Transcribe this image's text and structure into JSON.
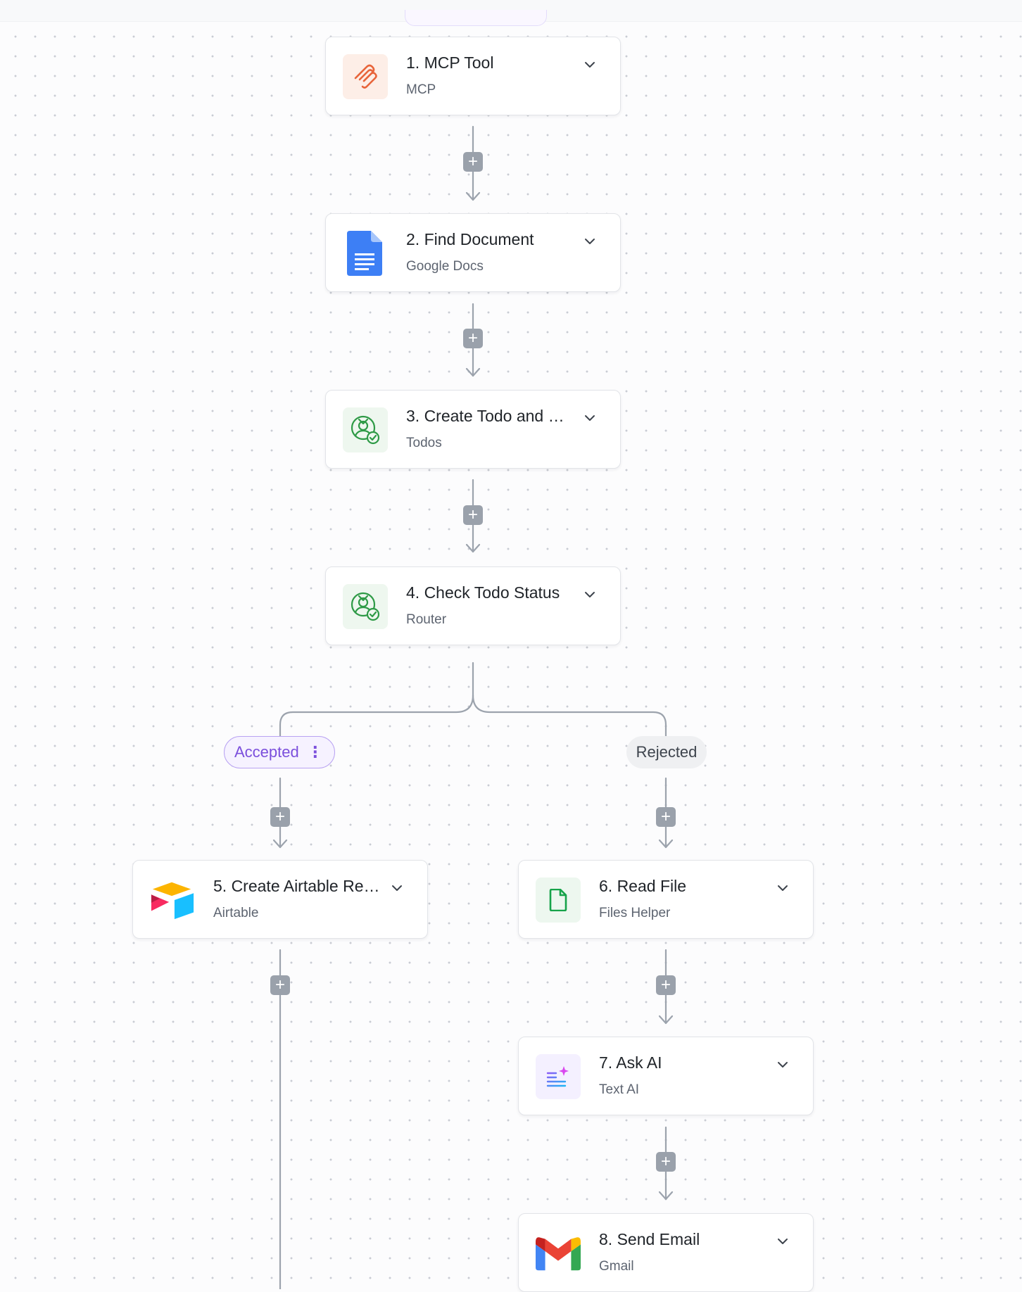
{
  "nodes": [
    {
      "title": "1. MCP Tool",
      "subtitle": "MCP",
      "icon": "mcp-icon"
    },
    {
      "title": "2. Find Document",
      "subtitle": "Google Docs",
      "icon": "google-docs-icon"
    },
    {
      "title": "3. Create Todo and Wait",
      "subtitle": "Todos",
      "icon": "todos-icon"
    },
    {
      "title": "4. Check Todo Status",
      "subtitle": "Router",
      "icon": "todos-icon"
    },
    {
      "title": "5. Create Airtable Rec...",
      "subtitle": "Airtable",
      "icon": "airtable-icon"
    },
    {
      "title": "6. Read File",
      "subtitle": "Files Helper",
      "icon": "file-icon"
    },
    {
      "title": "7. Ask AI",
      "subtitle": "Text AI",
      "icon": "text-ai-icon"
    },
    {
      "title": "8. Send Email",
      "subtitle": "Gmail",
      "icon": "gmail-icon"
    }
  ],
  "branches": {
    "accepted": "Accepted",
    "rejected": "Rejected"
  },
  "add_step_symbol": "+",
  "colors": {
    "edge": "#9ca3ad",
    "accepted_accent": "#7b4fdc",
    "mcp_bg": "#fdeee7",
    "mcp_icon": "#e8643a",
    "todos_bg": "#eef7ef",
    "todos_icon": "#2e9a46",
    "files_bg": "#edf7ef",
    "files_icon": "#17a34a",
    "text_ai_bg": "#f4f0ff"
  }
}
